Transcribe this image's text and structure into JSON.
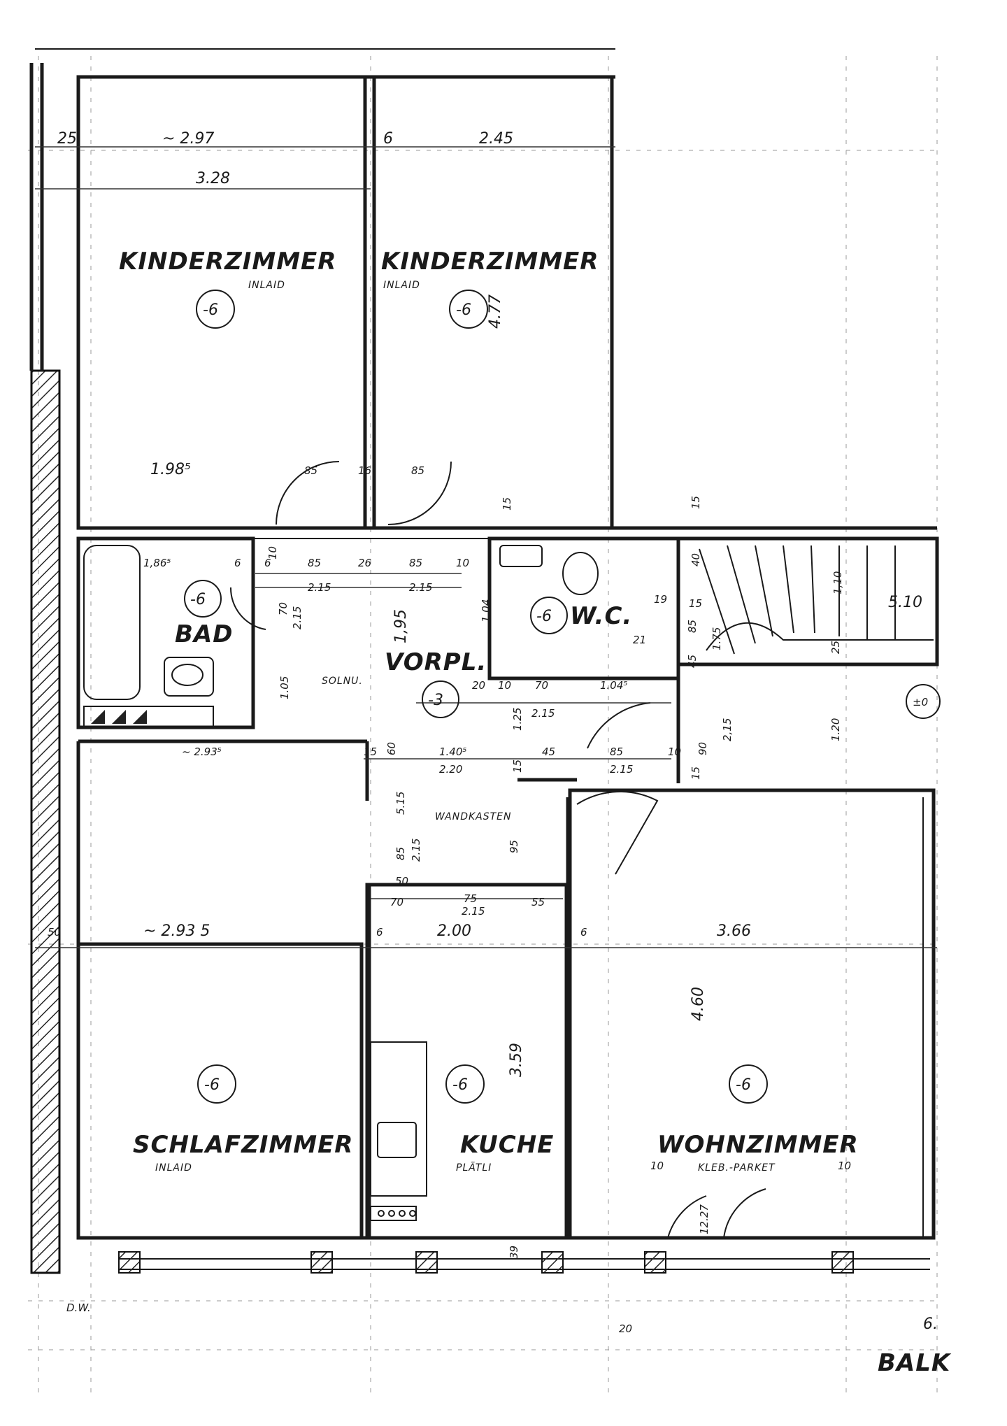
{
  "rooms": {
    "kinderzimmer_1": {
      "name": "KINDERZIMMER",
      "floor": "INLAID",
      "level": "-6"
    },
    "kinderzimmer_2": {
      "name": "KINDERZIMMER",
      "floor": "INLAID",
      "level": "-6"
    },
    "bad": {
      "name": "BAD",
      "level": "-6"
    },
    "wc": {
      "name": "W.C.",
      "level": "-6"
    },
    "vorpl": {
      "name": "VORPL.",
      "note": "SOLNU.",
      "level": "-3"
    },
    "schlafzimmer": {
      "name": "SCHLAFZIMMER",
      "floor": "INLAID",
      "level": "-6"
    },
    "kuche": {
      "name": "KUCHE",
      "floor": "PLÄTLI",
      "level": "-6"
    },
    "wohnzimmer": {
      "name": "WOHNZIMMER",
      "floor": "KLEB.-PARKET",
      "level": "-6"
    },
    "stair": {
      "level": "±0"
    }
  },
  "labels": {
    "wandkasten": "WANDKASTEN",
    "balk": "BALK",
    "dw": "D.W."
  },
  "dimensions": {
    "top_25": "25",
    "top_297": "~ 2.97",
    "top_6": "6",
    "top_245": "2.45",
    "w_328": "3.28",
    "h_477": "4.77",
    "v_198": "1.98⁵",
    "d_85a": "85",
    "d_16": "16",
    "d_85b": "85",
    "d_15a": "15",
    "bad_1865": "1,86⁵",
    "bad_6": "6",
    "d_6a": "6",
    "d_10": "10",
    "v_85a": "85",
    "v_26": "26",
    "v_85b": "85",
    "v_10b": "10",
    "v_215a": "2.15",
    "v_215b": "2.15",
    "d_70": "70",
    "d_215c": "2.15",
    "d_105": "1.05",
    "d_195": "1,95",
    "wc_104": "1.04",
    "wc_15a": "15",
    "wc_19": "19",
    "wc_21": "21",
    "st_15a": "15",
    "st_40": "40",
    "st_110": "1,10",
    "st_510": "5.10",
    "st_15b": "15",
    "st_85": "85",
    "st_175": "1.75",
    "st_25": "25",
    "st_45": "45",
    "st_120": "1.20",
    "h_20": "20",
    "h_10": "10",
    "h_70": "70",
    "h_1045": "1.04⁵",
    "h_125": "1.25",
    "h_215": "2.15",
    "s_2935a": "~ 2.93⁵",
    "s_15": "15",
    "s_60": "60",
    "s_1405": "1.40⁵",
    "s_45": "45",
    "s_85": "85",
    "s_10": "10",
    "s_220": "2.20",
    "s_215": "2.15",
    "s_90": "90",
    "s_215b": "2,15",
    "s_15b": "15",
    "s_15c": "15",
    "s_515": "5.15",
    "s_85b": "85",
    "s_215c": "2.15",
    "s_95": "95",
    "k_50": "50",
    "k_70": "70",
    "k_75": "75",
    "k_215": "2.15",
    "k_55": "55",
    "k_50b": "50",
    "k_2935": "~ 2.93 5",
    "k_6": "6",
    "k_200": "2.00",
    "k_6b": "6",
    "k_366": "3.66",
    "k_359": "3.59",
    "k_460": "4.60",
    "w_10a": "10",
    "w_10b": "10",
    "w_1227": "12.27",
    "b_39": "39",
    "b_20": "20",
    "b_6": "6."
  }
}
